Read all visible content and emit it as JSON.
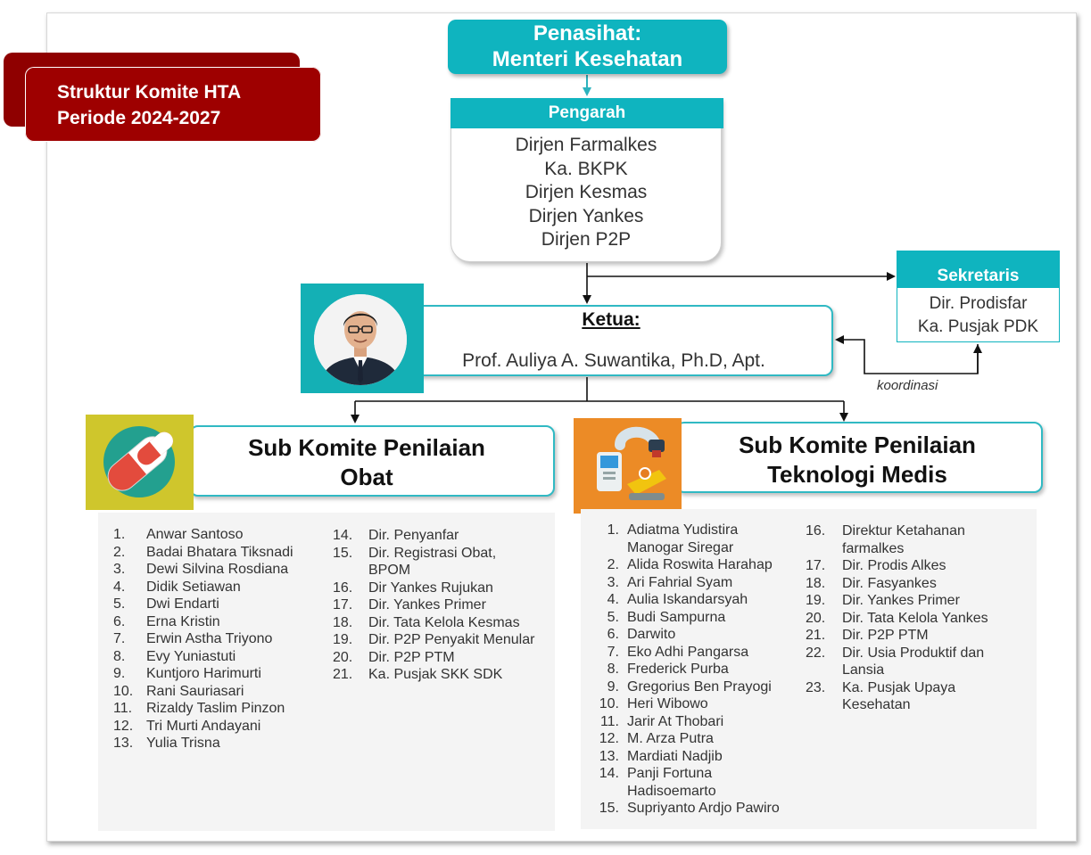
{
  "title": {
    "line1": "Struktur Komite HTA",
    "line2": "Periode 2024-2027"
  },
  "penasihat": {
    "line1": "Penasihat:",
    "line2": "Menteri Kesehatan"
  },
  "pengarah": {
    "heading": "Pengarah",
    "members": [
      "Dirjen Farmalkes",
      "Ka. BKPK",
      "Dirjen Kesmas",
      "Dirjen Yankes",
      "Dirjen P2P"
    ]
  },
  "sekretaris": {
    "heading": "Sekretaris",
    "members": [
      "Dir. Prodisfar",
      "Ka. Pusjak PDK"
    ]
  },
  "koordinasi_label": "koordinasi",
  "ketua": {
    "label": "Ketua:",
    "name": "Prof. Auliya A. Suwantika, Ph.D, Apt."
  },
  "sub_obat": {
    "title_line1": "Sub Komite Penilaian",
    "title_line2": "Obat",
    "col1": [
      {
        "num": "1.",
        "name": "Anwar Santoso"
      },
      {
        "num": "2.",
        "name": "Badai Bhatara Tiksnadi"
      },
      {
        "num": "3.",
        "name": "Dewi Silvina Rosdiana"
      },
      {
        "num": "4.",
        "name": "Didik Setiawan"
      },
      {
        "num": "5.",
        "name": "Dwi Endarti"
      },
      {
        "num": "6.",
        "name": "Erna Kristin"
      },
      {
        "num": "7.",
        "name": "Erwin Astha Triyono"
      },
      {
        "num": "8.",
        "name": "Evy Yuniastuti"
      },
      {
        "num": "9.",
        "name": "Kuntjoro Harimurti"
      },
      {
        "num": "10.",
        "name": "Rani Sauriasari"
      },
      {
        "num": "11.",
        "name": "Rizaldy Taslim Pinzon"
      },
      {
        "num": "12.",
        "name": "Tri Murti Andayani"
      },
      {
        "num": "13.",
        "name": "Yulia Trisna"
      }
    ],
    "col2": [
      {
        "num": "14.",
        "name": "Dir. Penyanfar"
      },
      {
        "num": "15.",
        "name": "Dir. Registrasi Obat,",
        "name2": "BPOM"
      },
      {
        "num": "16.",
        "name": "Dir Yankes Rujukan"
      },
      {
        "num": "17.",
        "name": "Dir. Yankes Primer"
      },
      {
        "num": "18.",
        "name": "Dir. Tata Kelola Kesmas"
      },
      {
        "num": "19.",
        "name": "Dir. P2P Penyakit Menular"
      },
      {
        "num": "20.",
        "name": "Dir. P2P PTM"
      },
      {
        "num": "21.",
        "name": "Ka. Pusjak SKK SDK"
      }
    ]
  },
  "sub_teknologi": {
    "title_line1": "Sub Komite Penilaian",
    "title_line2": "Teknologi Medis",
    "col1": [
      {
        "num": "1.",
        "name": "Adiatma Yudistira",
        "name2": "Manogar Siregar"
      },
      {
        "num": "2.",
        "name": "Alida Roswita Harahap"
      },
      {
        "num": "3.",
        "name": "Ari Fahrial Syam"
      },
      {
        "num": "4.",
        "name": "Aulia Iskandarsyah"
      },
      {
        "num": "5.",
        "name": "Budi Sampurna"
      },
      {
        "num": "6.",
        "name": "Darwito"
      },
      {
        "num": "7.",
        "name": "Eko Adhi Pangarsa"
      },
      {
        "num": "8.",
        "name": "Frederick Purba"
      },
      {
        "num": "9.",
        "name": "Gregorius Ben Prayogi"
      },
      {
        "num": "10.",
        "name": "Heri Wibowo"
      },
      {
        "num": "11.",
        "name": "Jarir At Thobari"
      },
      {
        "num": "12.",
        "name": "M. Arza Putra"
      },
      {
        "num": "13.",
        "name": "Mardiati Nadjib"
      },
      {
        "num": "14.",
        "name": "Panji Fortuna",
        "name2": "Hadisoemarto"
      },
      {
        "num": "15.",
        "name": "Supriyanto Ardjo Pawiro"
      }
    ],
    "col2": [
      {
        "num": "16.",
        "name": "Direktur Ketahanan",
        "name2": "farmalkes"
      },
      {
        "num": "17.",
        "name": "Dir. Prodis Alkes"
      },
      {
        "num": "18.",
        "name": "Dir. Fasyankes"
      },
      {
        "num": "19.",
        "name": "Dir. Yankes Primer"
      },
      {
        "num": "20.",
        "name": "Dir. Tata Kelola Yankes"
      },
      {
        "num": "21.",
        "name": "Dir. P2P PTM"
      },
      {
        "num": "22.",
        "name": "Dir. Usia Produktif dan",
        "name2": "Lansia"
      },
      {
        "num": "23.",
        "name": "Ka. Pusjak Upaya",
        "name2": "Kesehatan"
      }
    ]
  },
  "icons": {
    "ketua_photo": "person-photo-icon",
    "obat": "pill-capsule-icon",
    "teknologi": "medical-device-icon"
  },
  "colors": {
    "teal": "#0fb4bf",
    "title_red": "#9e0000",
    "obat_yellow": "#cfc62c",
    "tek_orange": "#ec8b26"
  }
}
